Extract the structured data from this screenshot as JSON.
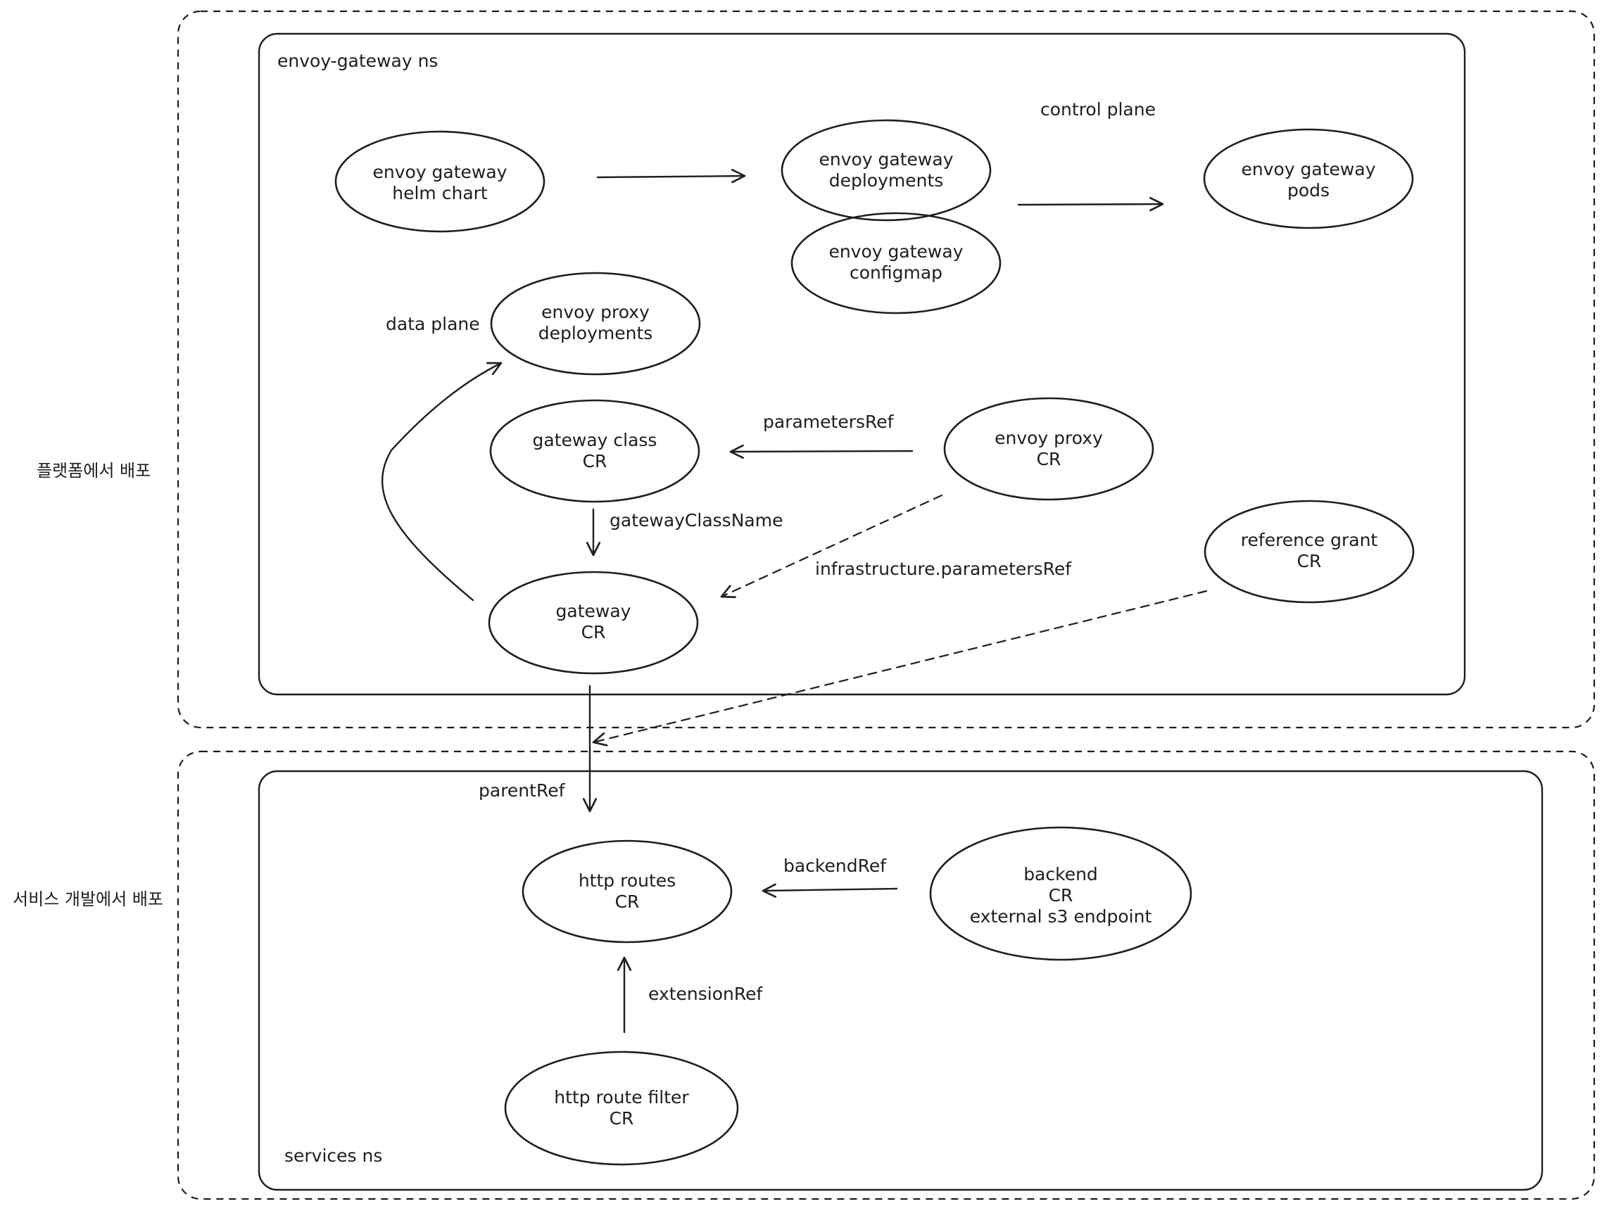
{
  "regions": {
    "platform": {
      "label": "플랫폼에서 배포"
    },
    "service": {
      "label": "서비스 개발에서 배포"
    }
  },
  "namespaces": {
    "envoy_gateway": {
      "label": "envoy-gateway ns"
    },
    "services": {
      "label": "services ns"
    }
  },
  "section_labels": {
    "control_plane": "control plane",
    "data_plane": "data plane"
  },
  "nodes": {
    "helm_chart": {
      "line1": "envoy gateway",
      "line2": "helm chart"
    },
    "eg_deployments": {
      "line1": "envoy gateway",
      "line2": "deployments"
    },
    "eg_configmap": {
      "line1": "envoy gateway",
      "line2": "configmap"
    },
    "eg_pods": {
      "line1": "envoy gateway",
      "line2": "pods"
    },
    "proxy_deployments": {
      "line1": "envoy proxy",
      "line2": "deployments"
    },
    "gateway_class": {
      "line1": "gateway class",
      "line2": "CR"
    },
    "envoy_proxy": {
      "line1": "envoy proxy",
      "line2": "CR"
    },
    "gateway": {
      "line1": "gateway",
      "line2": "CR"
    },
    "reference_grant": {
      "line1": "reference grant",
      "line2": "CR"
    },
    "http_routes": {
      "line1": "http routes",
      "line2": "CR"
    },
    "backend": {
      "line1": "backend",
      "line2": "CR",
      "line3": "external s3 endpoint"
    },
    "http_route_filter": {
      "line1": "http route filter",
      "line2": "CR"
    }
  },
  "edge_labels": {
    "parameters_ref": "parametersRef",
    "gateway_class_name": "gatewayClassName",
    "infrastructure_parameters_ref": "infrastructure.parametersRef",
    "parent_ref": "parentRef",
    "backend_ref": "backendRef",
    "extension_ref": "extensionRef"
  }
}
